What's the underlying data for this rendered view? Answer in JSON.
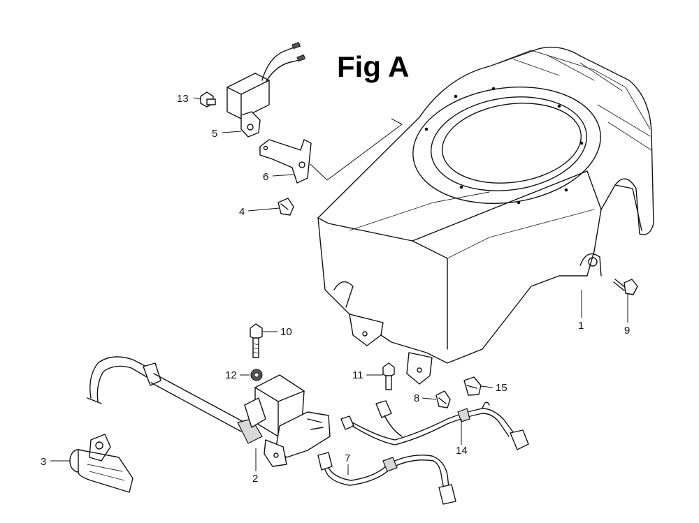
{
  "figure": {
    "title": "Fig A"
  },
  "callouts": {
    "c1": "1",
    "c2": "2",
    "c3": "3",
    "c4": "4",
    "c5": "5",
    "c6": "6",
    "c7": "7",
    "c8": "8",
    "c9": "9",
    "c10": "10",
    "c11": "11",
    "c12": "12",
    "c13": "13",
    "c14": "14",
    "c15": "15"
  }
}
